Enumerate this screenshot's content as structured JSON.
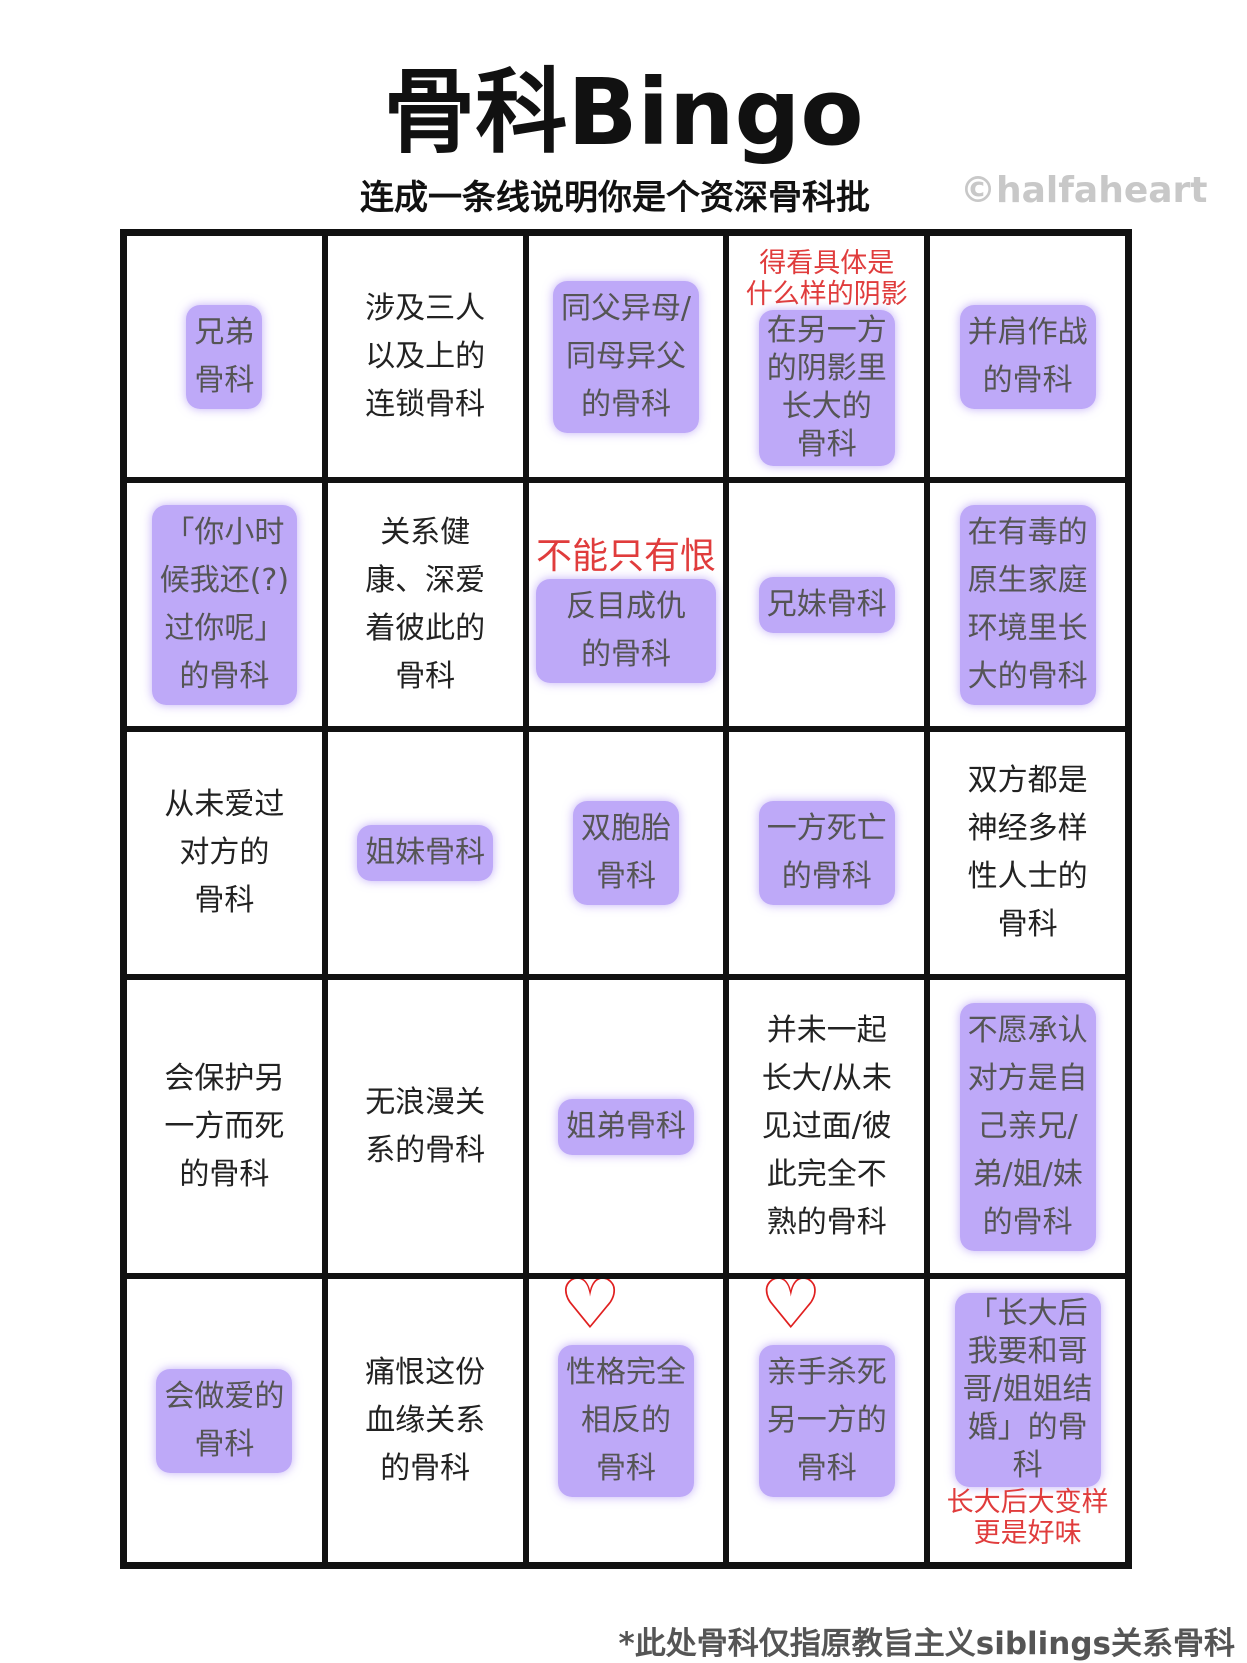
{
  "title": "骨科Bingo",
  "subtitle": "连成一条线说明你是个资深骨科批",
  "credit": "©halfaheart",
  "footer": "*此处骨科仅指原教旨主义siblings关系骨科",
  "cells": [
    {
      "lines": [
        "兄弟",
        "骨科"
      ],
      "hl": true
    },
    {
      "lines": [
        "涉及三人",
        "以及上的",
        "连锁骨科"
      ],
      "hl": false
    },
    {
      "lines": [
        "同父异母/",
        "同母异父",
        "的骨科"
      ],
      "hl": true
    },
    {
      "lines": [
        "在另一方",
        "的阴影里",
        "长大的",
        "骨科"
      ],
      "hl": true,
      "note_top": "得看具体是\n什么样的阴影"
    },
    {
      "lines": [
        "并肩作战",
        "的骨科"
      ],
      "hl": true
    },
    {
      "lines": [
        "「你小时",
        "候我还(?)",
        "过你呢」",
        "的骨科"
      ],
      "hl": true
    },
    {
      "lines": [
        "关系健",
        "康、深爱",
        "着彼此的",
        "骨科"
      ],
      "hl": false
    },
    {
      "lines": [
        "反目成仇",
        "的骨科"
      ],
      "hl": true,
      "red_first": "不能只有恨"
    },
    {
      "lines": [
        "兄妹骨科"
      ],
      "hl": true
    },
    {
      "lines": [
        "在有毒的",
        "原生家庭",
        "环境里长",
        "大的骨科"
      ],
      "hl": true
    },
    {
      "lines": [
        "从未爱过",
        "对方的",
        "骨科"
      ],
      "hl": false
    },
    {
      "lines": [
        "姐妹骨科"
      ],
      "hl": true
    },
    {
      "lines": [
        "双胞胎",
        "骨科"
      ],
      "hl": true
    },
    {
      "lines": [
        "一方死亡",
        "的骨科"
      ],
      "hl": true
    },
    {
      "lines": [
        "双方都是",
        "神经多样",
        "性人士的",
        "骨科"
      ],
      "hl": false
    },
    {
      "lines": [
        "会保护另",
        "一方而死",
        "的骨科"
      ],
      "hl": false
    },
    {
      "lines": [
        "无浪漫关",
        "系的骨科"
      ],
      "hl": false
    },
    {
      "lines": [
        "姐弟骨科"
      ],
      "hl": true
    },
    {
      "lines": [
        "并未一起",
        "长大/从未",
        "见过面/彼",
        "此完全不",
        "熟的骨科"
      ],
      "hl": false
    },
    {
      "lines": [
        "不愿承认",
        "对方是自",
        "己亲兄/",
        "弟/姐/妹",
        "的骨科"
      ],
      "hl": true
    },
    {
      "lines": [
        "会做爱的",
        "骨科"
      ],
      "hl": true
    },
    {
      "lines": [
        "痛恨这份",
        "血缘关系",
        "的骨科"
      ],
      "hl": false
    },
    {
      "lines": [
        "性格完全",
        "相反的",
        "骨科"
      ],
      "hl": true,
      "heart": true
    },
    {
      "lines": [
        "亲手杀死",
        "另一方的",
        "骨科"
      ],
      "hl": true,
      "heart": true
    },
    {
      "lines": [
        "「长大后",
        "我要和哥",
        "哥/姐姐结",
        "婚」的骨",
        "科"
      ],
      "hl": true,
      "note_bottom": "长大后大变样\n更是好味"
    }
  ],
  "colors": {
    "highlight": "#a88cf5",
    "annotation": "#e03c3c"
  }
}
